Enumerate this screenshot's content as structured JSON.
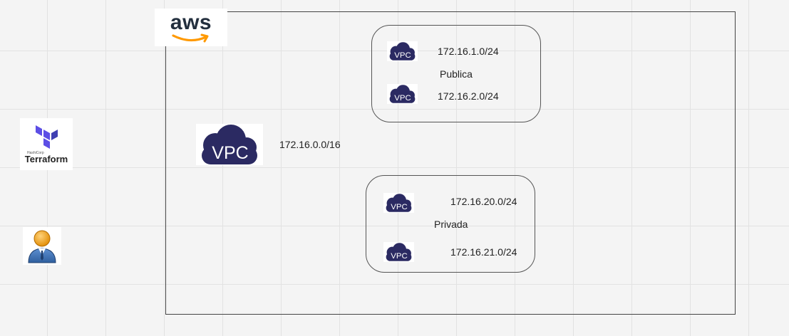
{
  "aws": {
    "logo_text": "aws"
  },
  "vpc": {
    "label": "VPC",
    "cidr": "172.16.0.0/16"
  },
  "public_group": {
    "label": "Publica",
    "subnets": [
      {
        "icon_label": "VPC",
        "cidr": "172.16.1.0/24"
      },
      {
        "icon_label": "VPC",
        "cidr": "172.16.2.0/24"
      }
    ]
  },
  "private_group": {
    "label": "Privada",
    "subnets": [
      {
        "icon_label": "VPC",
        "cidr": "172.16.20.0/24"
      },
      {
        "icon_label": "VPC",
        "cidr": "172.16.21.0/24"
      }
    ]
  },
  "terraform": {
    "vendor_text": "HashiCorp",
    "name": "Terraform"
  },
  "colors": {
    "vpc_cloud": "#2b2a62",
    "terraform_purple": "#5c4ee5",
    "aws_orange": "#ff9900",
    "aws_text": "#232f3e"
  },
  "icons": {
    "user": "user-icon",
    "vpc": "vpc-cloud-icon",
    "terraform": "terraform-logo-icon",
    "aws": "aws-logo-icon"
  }
}
